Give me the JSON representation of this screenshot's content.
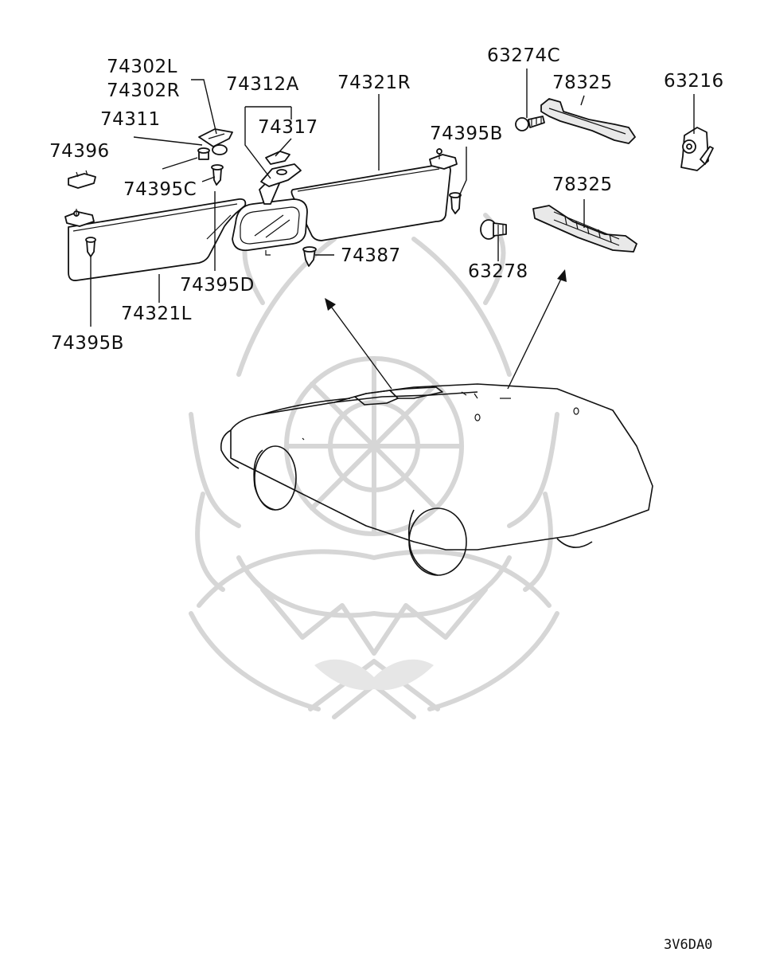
{
  "diagram": {
    "callouts": {
      "p74302L": "74302L",
      "p74302R": "74302R",
      "p74311": "74311",
      "p74396": "74396",
      "p74395C": "74395C",
      "p74312A": "74312A",
      "p74317": "74317",
      "p74321R": "74321R",
      "p74395B_right": "74395B",
      "p63274C": "63274C",
      "p78325_upper": "78325",
      "p63216": "63216",
      "p78325_lower": "78325",
      "p74387": "74387",
      "p63278": "63278",
      "p74395D": "74395D",
      "p74321L": "74321L",
      "p74395B_left": "74395B"
    },
    "diagram_code": "3V6DA0"
  }
}
